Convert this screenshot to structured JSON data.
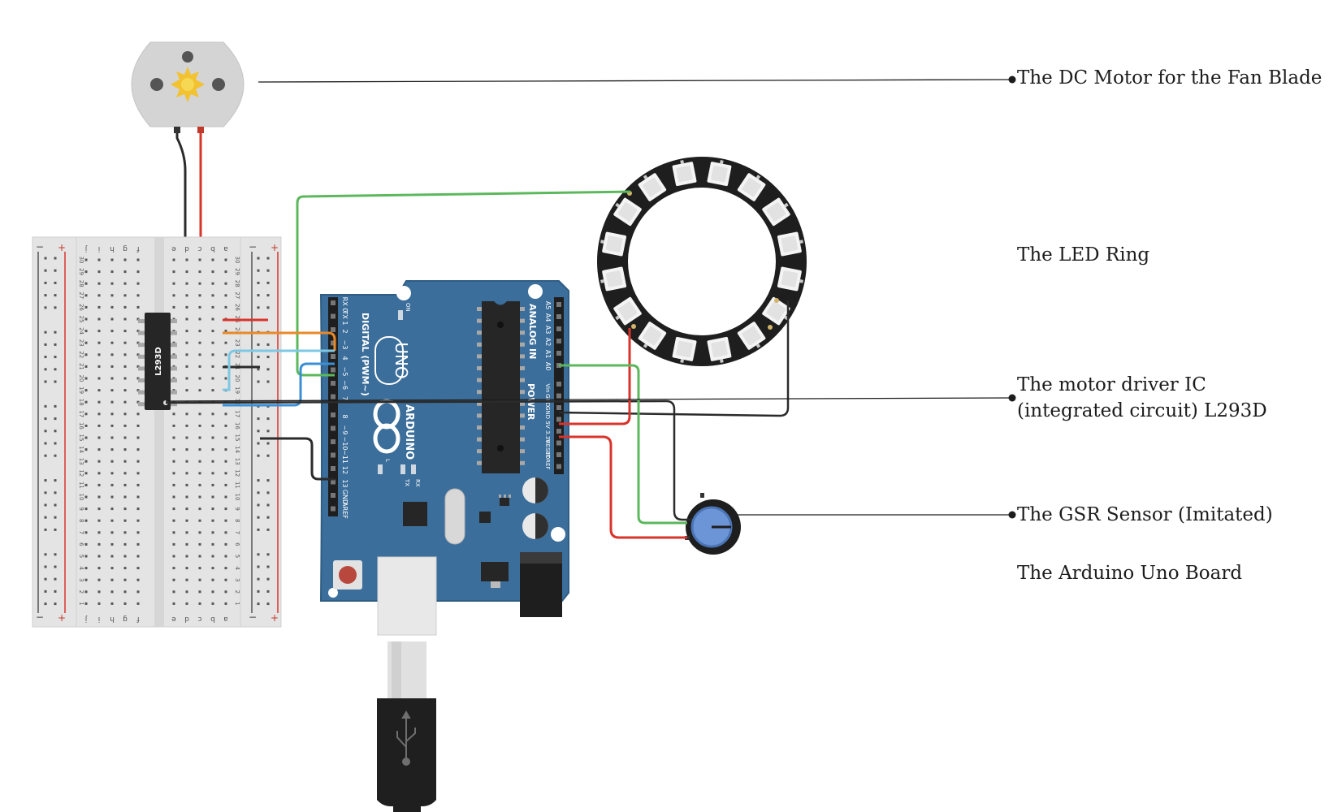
{
  "labels": {
    "motor": "The DC Motor for the Fan Blade",
    "led_ring": "The LED Ring",
    "driver_line1": "The motor driver IC",
    "driver_line2": "(integrated circuit) L293D",
    "gsr": "The GSR Sensor (Imitated)",
    "uno": "The Arduino Uno Board"
  },
  "ic_label": "L293D",
  "arduino": {
    "brand": "ARDUINO",
    "model": "UNO",
    "digital_header": "DIGITAL (PWM~)",
    "analog_header": "ANALOG IN",
    "power_header": "POWER",
    "digital_pins": [
      "RX 0",
      "TX 1",
      "2",
      "~3",
      "4",
      "~5",
      "~6",
      "7",
      "8",
      "~9",
      "~10",
      "~11",
      "12",
      "13",
      "GND",
      "AREF"
    ],
    "analog_pins": [
      "A5",
      "A4",
      "A3",
      "A2",
      "A1",
      "A0"
    ],
    "power_pins": [
      "Vin",
      "GND",
      "GND",
      "5V",
      "3.3V",
      "RESET",
      "IOREF"
    ],
    "leds": [
      "L",
      "TX",
      "RX",
      "ON"
    ]
  },
  "breadboard": {
    "row_numbers": [
      "30",
      "29",
      "28",
      "27",
      "26",
      "25",
      "24",
      "23",
      "22",
      "21",
      "20",
      "19",
      "18",
      "17",
      "16",
      "15",
      "14",
      "13",
      "12",
      "11",
      "10",
      "9",
      "8",
      "7",
      "6",
      "5",
      "4",
      "3",
      "2",
      "1"
    ],
    "columns_left": [
      "j",
      "i",
      "h",
      "g",
      "f"
    ],
    "columns_right": [
      "e",
      "d",
      "c",
      "b",
      "a"
    ],
    "rail_plus": "+",
    "rail_minus": "−"
  },
  "colors": {
    "wire_green": "#5cb85c",
    "wire_red": "#d9342b",
    "wire_black": "#2b2b2b",
    "wire_orange": "#e8892a",
    "wire_light_blue": "#7ec8e3",
    "wire_blue": "#3b8fd6",
    "arduino_blue": "#3b6e9a",
    "breadboard": "#e4e4e4"
  }
}
